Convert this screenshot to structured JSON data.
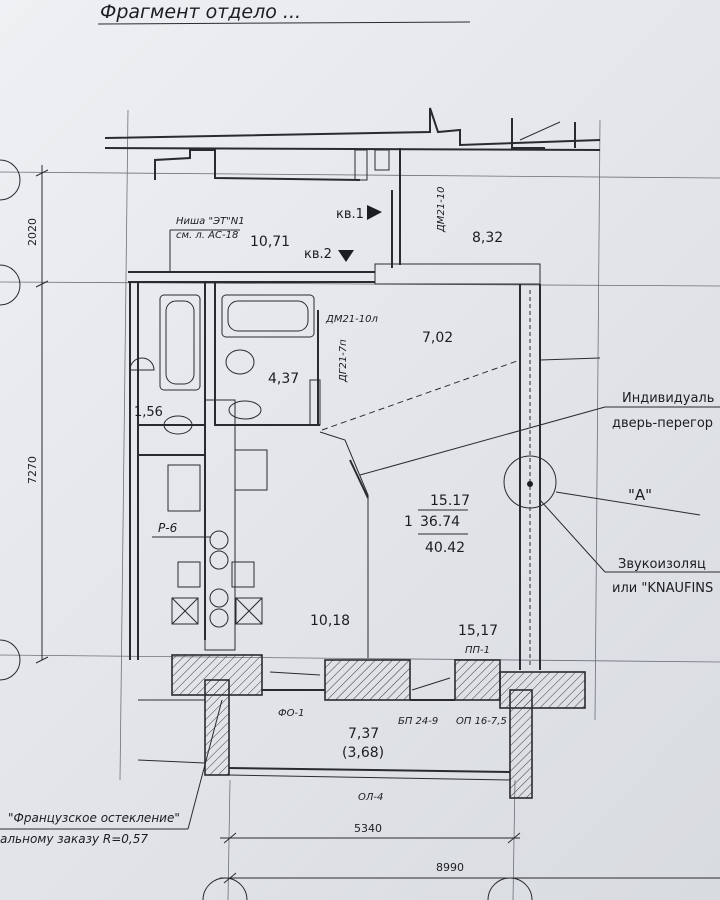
{
  "header": {
    "title": "Фрагмент отдело ..."
  },
  "dimensions": {
    "left_top": "2020",
    "left_main": "7270",
    "bottom_inner": "5340",
    "bottom_total": "8990"
  },
  "rooms": {
    "apt1_area": "8,32",
    "corridor_area": "10,71",
    "hall_area": "7,02",
    "bath_area": "4,37",
    "wc_area": "1,56",
    "kitchen_area": "10,18",
    "living_area": "15,17",
    "balcony_area": "7,37",
    "balcony_area_reduced": "(3,68)"
  },
  "summary": {
    "index": "1",
    "living": "15.17",
    "useful": "36.74",
    "total": "40.42"
  },
  "labels": {
    "apt1": "кв.1",
    "apt2": "кв.2",
    "niche": "Ниша \"ЭТ\"N1",
    "niche_ref": "см. л. АС-18",
    "door_dm2110": "ДМ21-10",
    "door_dm2110l": "ДМ21-10л",
    "door_dg217p": "ДГ21-7п",
    "riser": "Р-6",
    "pp1": "ПП-1",
    "fo1": "ФО-1",
    "bp249": "БП 24-9",
    "op1675": "ОП 16-7,5",
    "ol4": "ОЛ-4",
    "callout_a": "\"А\""
  },
  "notes": {
    "individual_1": "Индивидуаль",
    "individual_2": "дверь-перегор",
    "sound_1": "Звукоизоляц",
    "sound_2": "или \"KNAUFINS",
    "french_1": "\"Французское остекление\"",
    "french_2": "альному заказу R=0,57"
  }
}
